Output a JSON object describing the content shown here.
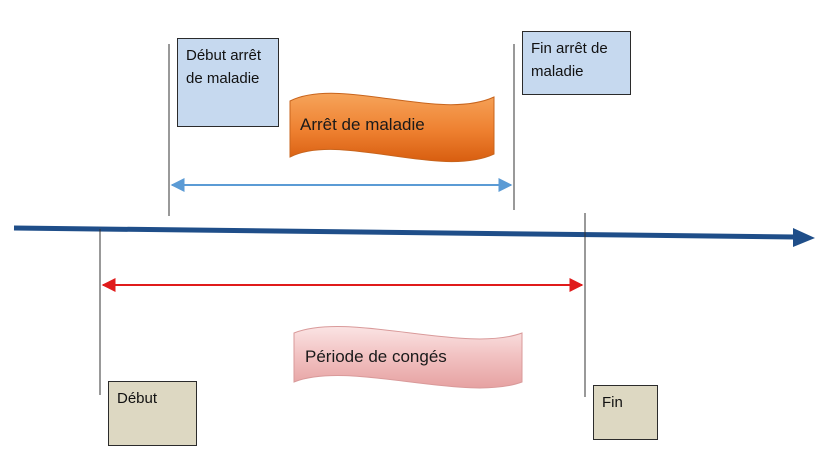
{
  "labels": {
    "sick_start": "Début arrêt de maladie",
    "sick_end": "Fin arrêt de maladie",
    "sick_banner": "Arrêt de maladie",
    "leave_banner": "Période de congés",
    "leave_start": "Début",
    "leave_end": "Fin"
  },
  "colors": {
    "timeline": "#1f4e89",
    "sick_arrow": "#5b9bd5",
    "leave_arrow": "#e01b1b",
    "sick_banner": "#e96f1c",
    "leave_banner": "#f0b9b9",
    "box_blue": "#c6d9ef",
    "box_tan": "#ddd8c2"
  }
}
